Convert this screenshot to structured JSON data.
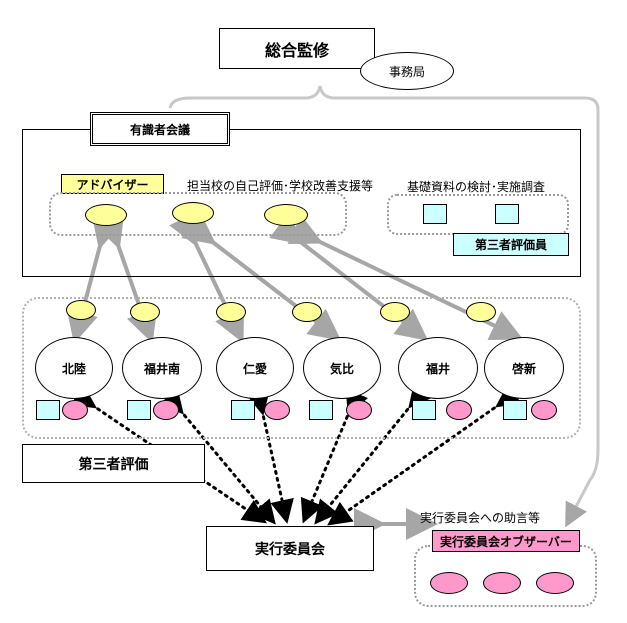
{
  "title": "総合監修",
  "office": "事務局",
  "council": "有識者会議",
  "advisor_label": "アドバイザー",
  "advisor_role": "担当校の自己評価･学校改善支援等",
  "third_role": "基礎資料の検討･実施調査",
  "third_evaluator": "第三者評価員",
  "schools": [
    "北陸",
    "福井南",
    "仁愛",
    "気比",
    "福井",
    "啓新"
  ],
  "third_eval": "第三者評価",
  "committee": "実行委員会",
  "advice": "実行委員会への助言等",
  "observer": "実行委員会オブザーバー",
  "colors": {
    "yellow": "#ffff99",
    "cyan": "#ccffff",
    "pink": "#ff99cc",
    "gray_line": "#a6a6a6",
    "dotted_border": "#999999"
  }
}
